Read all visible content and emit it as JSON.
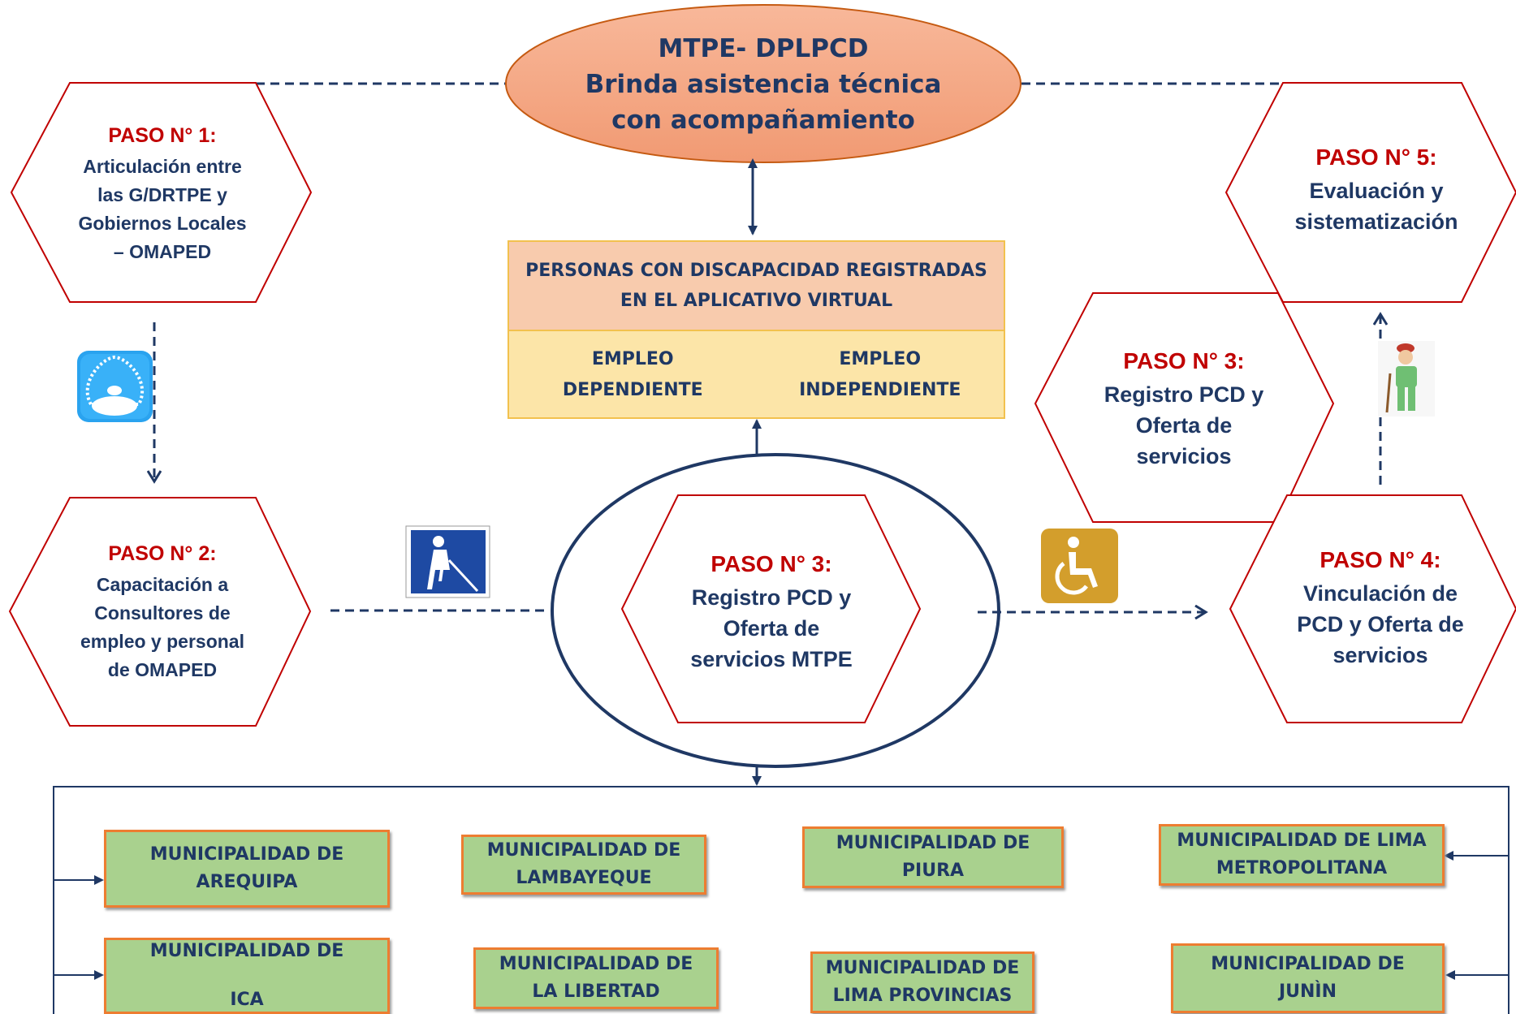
{
  "top_oval": {
    "line1": "MTPE- DPLPCD",
    "line2": "Brinda asistencia técnica",
    "line3": "con acompañamiento"
  },
  "registry": {
    "header": "PERSONAS CON DISCAPACIDAD REGISTRADAS\nEN EL APLICATIVO VIRTUAL",
    "left_col": "EMPLEO\nDEPENDIENTE",
    "right_col": "EMPLEO\nINDEPENDIENTE"
  },
  "steps": {
    "paso1": {
      "title": "PASO N° 1:",
      "body": "Articulación entre\nlas G/DRTPE y\nGobiernos Locales\n– OMAPED"
    },
    "paso2": {
      "title": "PASO N° 2:",
      "body": "Capacitación a\nConsultores de\nempleo y personal\nde OMAPED"
    },
    "paso3_center": {
      "title": "PASO N° 3:",
      "body": "Registro PCD y\nOferta de\nservicios MTPE"
    },
    "paso3_right": {
      "title": "PASO N° 3:",
      "body": "Registro PCD y\nOferta de\nservicios"
    },
    "paso4": {
      "title": "PASO N° 4:",
      "body": "Vinculación de\nPCD y Oferta de\nservicios"
    },
    "paso5": {
      "title": "PASO N° 5:",
      "body": "Evaluación y\nsistematización"
    }
  },
  "municipalities": [
    {
      "text": "MUNICIPALIDAD DE\nAREQUIPA"
    },
    {
      "text": "MUNICIPALIDAD DE\nLAMBAYEQUE"
    },
    {
      "text": "MUNICIPALIDAD DE\nPIURA"
    },
    {
      "text": "MUNICIPALIDAD DE LIMA\nMETROPOLITANA"
    },
    {
      "text": "MUNICIPALIDAD DE\n\nICA"
    },
    {
      "text": "MUNICIPALIDAD DE\nLA LIBERTAD"
    },
    {
      "text": "MUNICIPALIDAD DE\nLIMA PROVINCIAS"
    },
    {
      "text": "MUNICIPALIDAD DE\nJUNÌN"
    }
  ],
  "icons": {
    "networking": "networking-icon",
    "blind_person": "blind-person-icon",
    "wheelchair": "wheelchair-icon",
    "elderly_person": "elderly-person-icon"
  },
  "colors": {
    "navy": "#1f3864",
    "red_step": "#c00000",
    "hex_border": "#c00000",
    "oval_fill": "#f4a582",
    "registry_header": "#f8cbad",
    "registry_body": "#fce5a8",
    "muni_fill": "#a9d18e",
    "muni_border": "#ed7d31"
  }
}
